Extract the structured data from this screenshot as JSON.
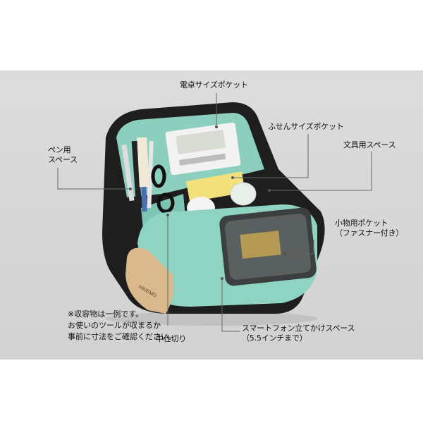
{
  "labels": {
    "calculator_pocket": "電卓サイズポケット",
    "sticky_note_pocket": "ふせんサイズポケット",
    "stationery_space": "文具用スペース",
    "pen_space_line1": "ペン用",
    "pen_space_line2": "スペース",
    "small_item_pocket_line1": "小物用ポケット",
    "small_item_pocket_line2": "（ファスナー付き）",
    "smartphone_stand_line1": "スマートフォン立てかけスペース",
    "smartphone_stand_line2": "（5.5インチまで）",
    "divider": "中仕切り"
  },
  "note": {
    "line1": "※収容物は一例です。",
    "line2": "お使いのツールが収まるか",
    "line3": "事前に寸法をご確認ください。"
  },
  "brand_tag": "HINEMO",
  "colors": {
    "background": "#d8d8d8",
    "bag_body": "#1c1c1c",
    "lining": "#8fd3c3",
    "tag": "#d9b98c"
  }
}
